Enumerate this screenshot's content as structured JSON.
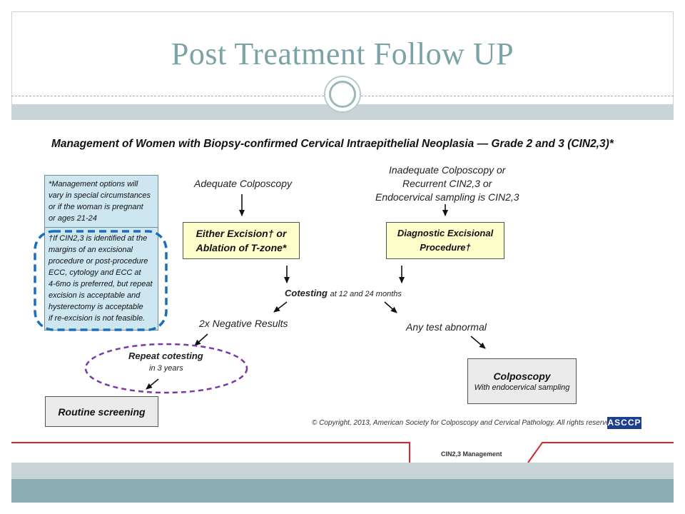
{
  "slide": {
    "title": "Post Treatment Follow UP"
  },
  "flowchart": {
    "heading": "Management of Women with Biopsy-confirmed Cervical Intraepithelial Neoplasia — Grade 2 and 3 (CIN2,3)*",
    "note_lines_1": [
      "*Management options will",
      "vary in special circumstances",
      "or if the woman is pregnant",
      "or ages 21-24"
    ],
    "note_lines_2": [
      "†If CIN2,3 is identified at the",
      "margins of an excisional",
      "procedure or post-procedure",
      "ECC, cytology and ECC at",
      "4-6mo is preferred, but repeat",
      "excision is acceptable and",
      "hysterectomy is acceptable",
      "if re-excision is not feasible."
    ],
    "adequate": "Adequate Colposcopy",
    "inadequate_lines": [
      "Inadequate Colposcopy or",
      "Recurrent CIN2,3 or",
      "Endocervical sampling is CIN2,3"
    ],
    "excision_lines": [
      "Either Excision† or",
      "Ablation of T-zone*"
    ],
    "diagnostic_lines": [
      "Diagnostic Excisional",
      "Procedure†"
    ],
    "cotesting": "Cotesting",
    "cotesting_detail": "at 12 and 24 months",
    "negative": "2x Negative Results",
    "abnormal": "Any test abnormal",
    "repeat_title": "Repeat cotesting",
    "repeat_detail": "in 3 years",
    "routine": "Routine screening",
    "colposcopy_title": "Colposcopy",
    "colposcopy_detail": "With endocervical sampling",
    "copyright": "© Copyright, 2013, American Society for Colposcopy and Cervical Pathology. All rights reserved.",
    "logo_text": "ASCCP",
    "footer_label": "CIN2,3 Management"
  },
  "colors": {
    "title": "#7aa3a6",
    "band_light": "#c8d4d7",
    "band_dark": "#8aaeb1",
    "highlight_blue": "#1a6fbd",
    "highlight_purple": "#7a3aa6",
    "footer_red": "#d9252a"
  }
}
